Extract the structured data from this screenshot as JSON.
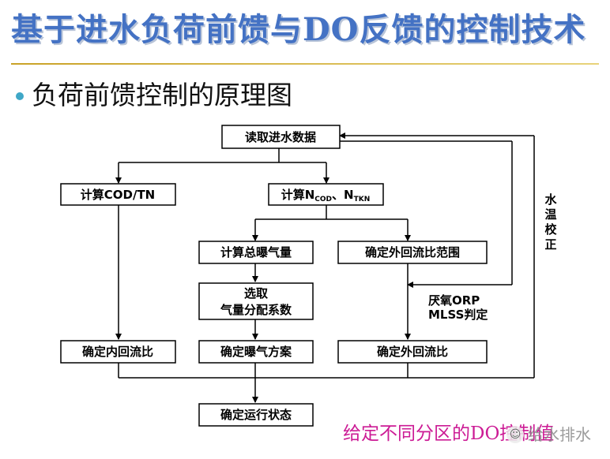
{
  "header": {
    "title": "基于进水负荷前馈与DO反馈的控制技术",
    "subtitle": "负荷前馈控制的原理图"
  },
  "flowchart": {
    "nodes": {
      "read": "读取进水数据",
      "codtn": "计算COD/TN",
      "ncod_prefix": "计算N",
      "ncod_sub": "COD",
      "ncod_sep": "、N",
      "ntkn_sub": "TKN",
      "aeration": "计算总曝气量",
      "ext_range": "确定外回流比范围",
      "select_line1": "选取",
      "select_line2": "气量分配系数",
      "internal": "确定内回流比",
      "aeration_plan": "确定曝气方案",
      "external": "确定外回流比",
      "status": "确定运行状态"
    },
    "side_labels": {
      "water_temp": [
        "水",
        "温",
        "校",
        "正"
      ],
      "orp": "厌氧ORP",
      "mlss": "MLSS判定"
    }
  },
  "footer": {
    "text": "给定不同分区的DO控制值",
    "watermark": "给水排水",
    "watermark_icon": "wechat-icon"
  },
  "colors": {
    "title": "#4472c4",
    "footer": "#cc1b95",
    "bullet": "#3fa7c7",
    "rule": "#c9a227"
  }
}
